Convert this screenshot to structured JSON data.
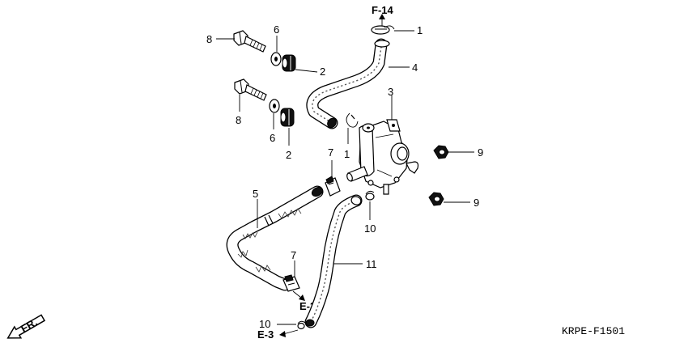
{
  "callouts": {
    "c1a": "1",
    "c1b": "1",
    "c2a": "2",
    "c2b": "2",
    "c3": "3",
    "c4": "4",
    "c5": "5",
    "c6a": "6",
    "c6b": "6",
    "c7a": "7",
    "c7b": "7",
    "c8a": "8",
    "c8b": "8",
    "c9a": "9",
    "c9b": "9",
    "c10a": "10",
    "c10b": "10",
    "c11": "11"
  },
  "references": {
    "top": "F-14",
    "e3_upper": "E-3",
    "e3_lower": "E-3",
    "front": "FR."
  },
  "diagram_code": "KRPE-F1501"
}
